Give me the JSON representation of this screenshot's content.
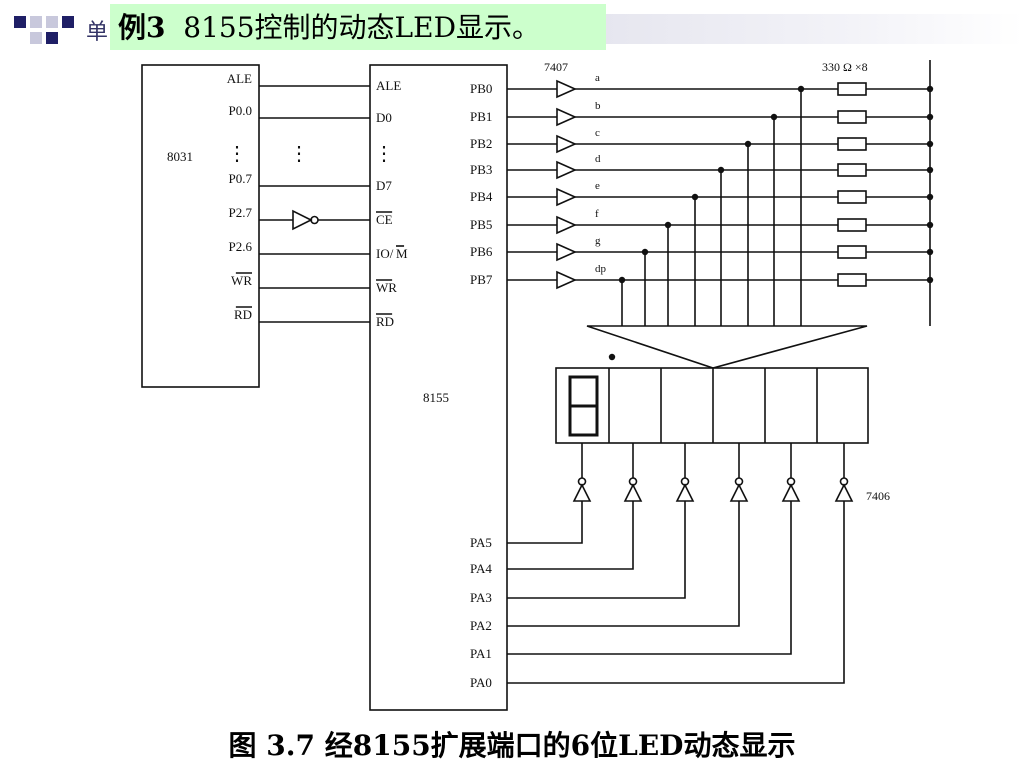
{
  "slide": {
    "title_prefix": "单",
    "title_bold": "例3",
    "title_rest": "8155控制的动态LED显示。",
    "caption": "图 3.7  经8155扩展端口的6位LED动态显示"
  },
  "colors": {
    "title_highlight": "#ccffcc",
    "accent_dark": "#1f1f66",
    "accent_light": "#c8c8dc"
  },
  "cpu": {
    "name": "8031",
    "pins": [
      "ALE",
      "P0.0",
      "⋮",
      "P0.7",
      "P2.7",
      "P2.6",
      "WR",
      "RD"
    ]
  },
  "io_chip": {
    "name": "8155",
    "left_pins": [
      "ALE",
      "D0",
      "⋮",
      "D7",
      "CE",
      "IO/M",
      "WR",
      "RD"
    ],
    "pb_pins": [
      "PB0",
      "PB1",
      "PB2",
      "PB3",
      "PB4",
      "PB5",
      "PB6",
      "PB7"
    ],
    "pa_pins": [
      "PA5",
      "PA4",
      "PA3",
      "PA2",
      "PA1",
      "PA0"
    ]
  },
  "segment_driver": "7407",
  "digit_driver": "7406",
  "resistors": "330 Ω ×8",
  "segments": [
    "a",
    "b",
    "c",
    "d",
    "e",
    "f",
    "g",
    "dp"
  ],
  "misc": {
    "vertical_dots": "⋮"
  }
}
